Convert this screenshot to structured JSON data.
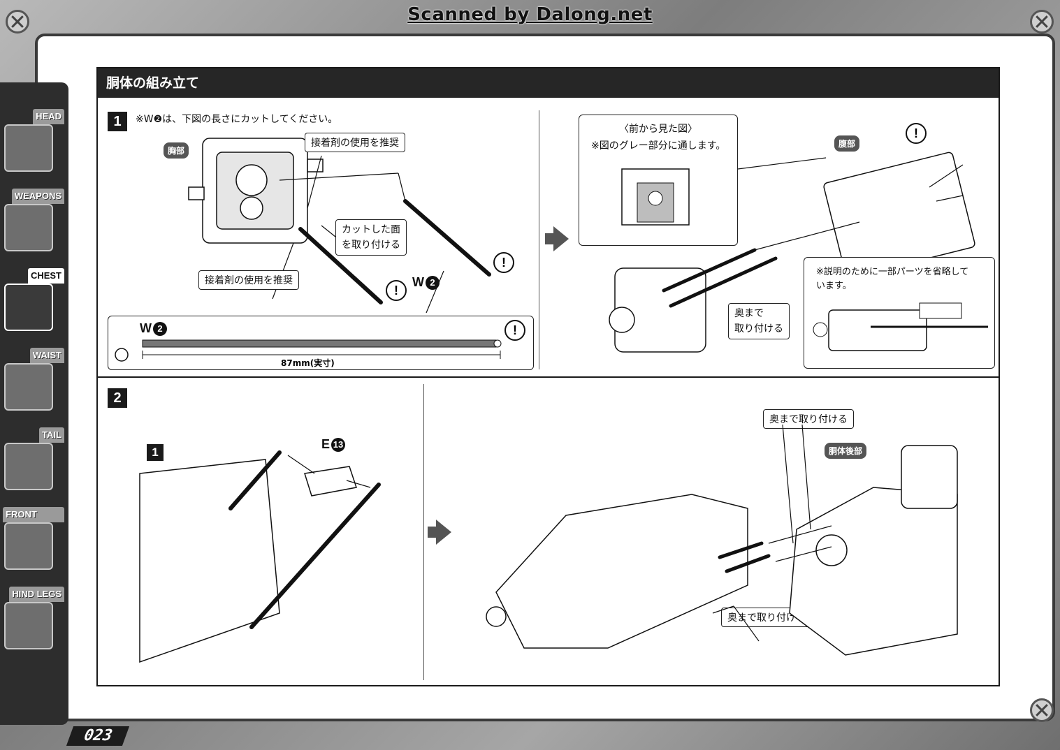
{
  "watermark": "Scanned by Dalong.net",
  "page_number": "023",
  "tabs": [
    {
      "label": "HEAD"
    },
    {
      "label": "WEAPONS"
    },
    {
      "label": "CHEST"
    },
    {
      "label": "WAIST"
    },
    {
      "label": "TAIL"
    },
    {
      "label": "FRONT LEGS"
    },
    {
      "label": "HIND LEGS"
    }
  ],
  "active_tab": "CHEST",
  "section_title": "胴体の組み立て",
  "step1": {
    "number": "1",
    "note": "※W❷は、下図の長さにカットしてください。",
    "tag_chest": "胸部",
    "callout_glue_top": "接着剤の使用を推奨",
    "callout_cut_face": "カットした面\nを取り付ける",
    "callout_glue_bottom": "接着剤の使用を推奨",
    "part_w": "W",
    "part_w_num": "2",
    "warn": "!",
    "measure_part": "W",
    "measure_num": "2",
    "measure_length": "87mm(実寸)",
    "front_view_title": "〈前から見た図〉",
    "front_view_note": "※図のグレー部分に通します。",
    "tag_abdomen": "腹部",
    "callout_insert_fully": "奥まで\n取り付ける",
    "omitted_note": "※説明のために一部パーツを省略して\nいます。"
  },
  "step2": {
    "number": "2",
    "sub_number": "1",
    "part_e": "E",
    "part_e_num": "13",
    "callout_insert_top": "奥まで取り付ける",
    "tag_rear_body": "胴体後部",
    "callout_insert_bottom": "奥まで取り付ける"
  }
}
